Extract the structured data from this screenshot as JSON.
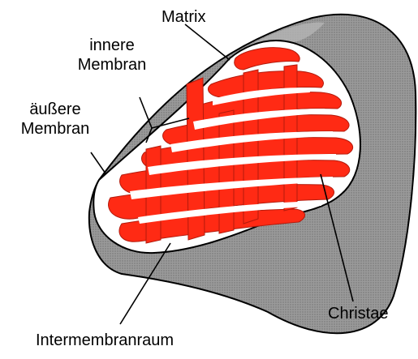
{
  "labels": {
    "matrix": "Matrix",
    "inner_membrane_line1": "innere",
    "inner_membrane_line2": "Membran",
    "outer_membrane_line1": "äußere",
    "outer_membrane_line2": "Membran",
    "christae": "Christae",
    "intermembrane_space": "Intermembranraum"
  },
  "colors": {
    "matrix_fill": "#ffffff",
    "cristae_red": "#ff2a14",
    "outer_shell": "#8e8e8e",
    "shell_edge": "#7a7a7a",
    "outline": "#000000"
  }
}
